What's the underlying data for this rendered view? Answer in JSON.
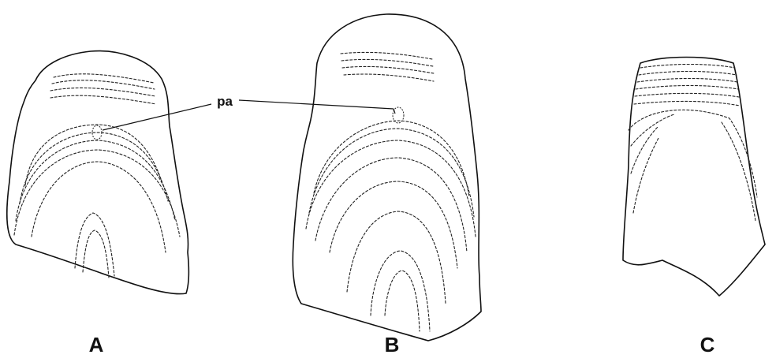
{
  "labels": {
    "pa": "pa",
    "panel_a": "A",
    "panel_b": "B",
    "panel_c": "C"
  }
}
